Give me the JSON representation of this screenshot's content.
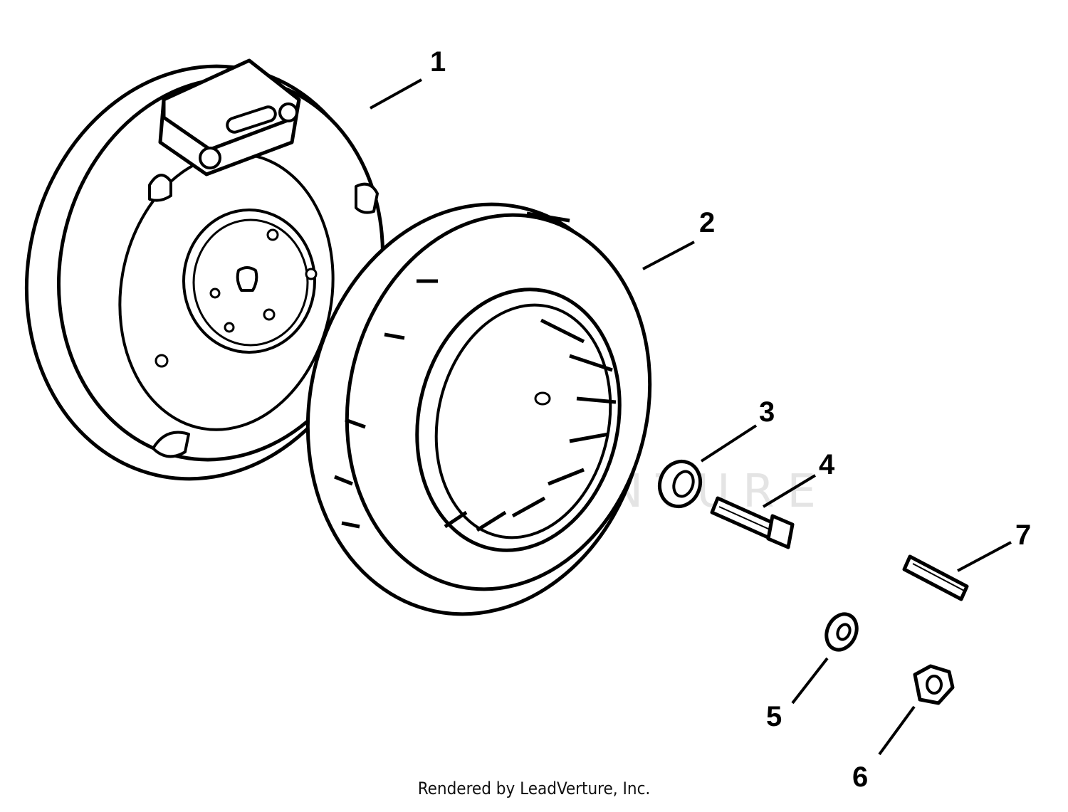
{
  "callouts": [
    "1",
    "2",
    "3",
    "4",
    "5",
    "6",
    "7"
  ],
  "watermark": "LEADVENTURE",
  "credit": "Rendered by LeadVerture, Inc."
}
